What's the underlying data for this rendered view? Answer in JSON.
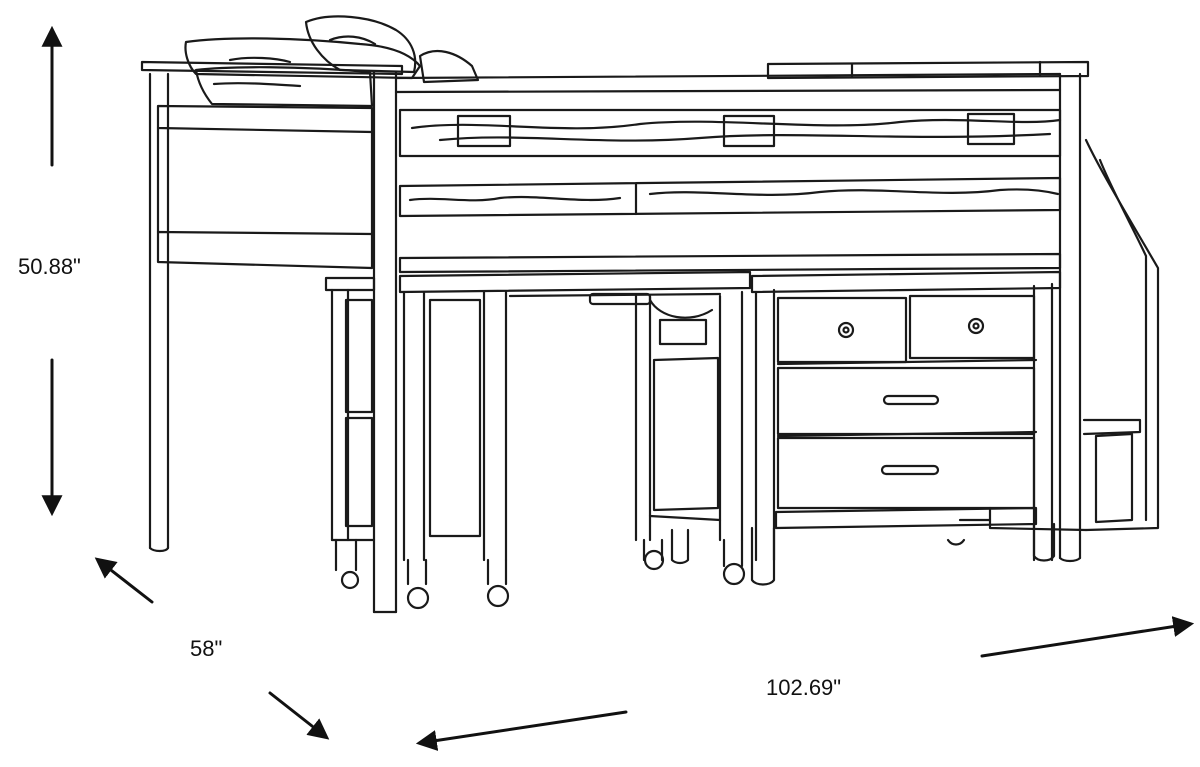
{
  "dimensions": {
    "height": "50.88\"",
    "depth": "58\"",
    "width": "102.69\""
  },
  "colors": {
    "line": "#1a1a1a",
    "background": "#ffffff"
  }
}
